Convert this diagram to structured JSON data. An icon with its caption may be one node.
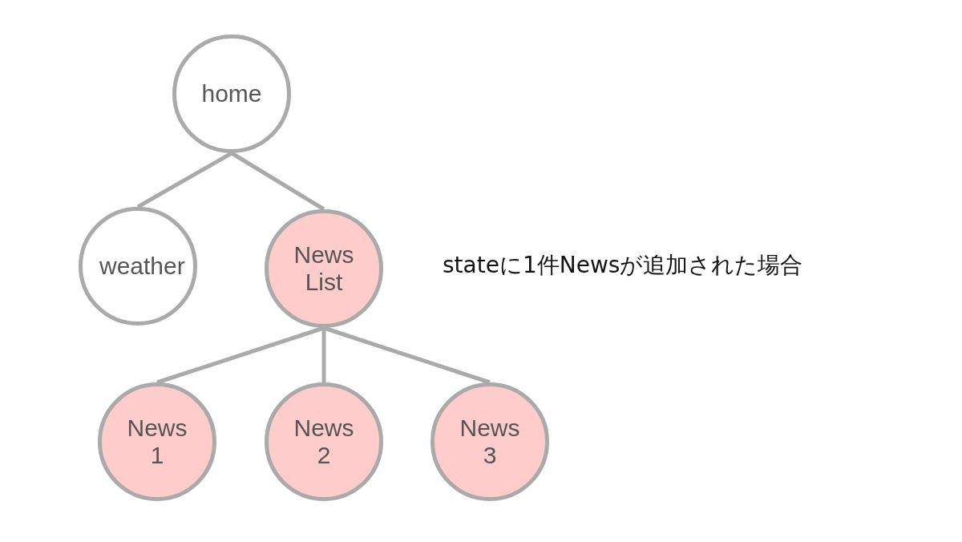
{
  "diagram": {
    "nodes": [
      {
        "text": [
          "home"
        ]
      },
      {
        "text": [
          "weather"
        ]
      },
      {
        "text": [
          "News List"
        ]
      },
      {
        "text": [
          "News 1"
        ]
      },
      {
        "text": [
          "News 2"
        ]
      },
      {
        "text": [
          "News 3"
        ]
      }
    ],
    "edges": [
      {
        "from": 0,
        "to": 1,
        "arrow": "none"
      },
      {
        "from": 0,
        "to": 2,
        "arrow": "none"
      },
      {
        "from": 2,
        "to": 3,
        "arrow": "none"
      },
      {
        "from": 2,
        "to": 4,
        "arrow": "none"
      },
      {
        "from": 2,
        "to": 5,
        "arrow": "none"
      }
    ],
    "labels": [
      "stateに1件Newsが追加された場合"
    ]
  }
}
